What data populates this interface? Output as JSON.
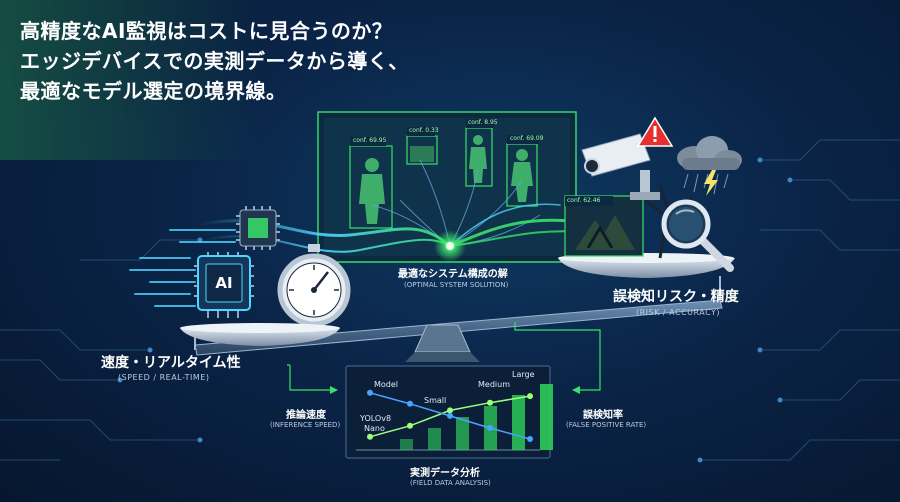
{
  "headline": {
    "line1": "高精度なAI監視はコストに見合うのか？",
    "line2": "エッジデバイスでの実測データから導く、",
    "line3": "最適なモデル選定の境界線。"
  },
  "left_pan": {
    "chip_label": "AI",
    "label": "速度・リアルタイム性",
    "sublabel": "(SPEED / REAL-TIME)"
  },
  "right_pan": {
    "label": "誤検知リスク・精度",
    "sublabel": "(RISK / ACCURACY)",
    "detection_conf": "conf. 62.46"
  },
  "center": {
    "label": "最適なシステム構成の解",
    "sublabel": "(OPTIMAL SYSTEM SOLUTION)"
  },
  "monitor": {
    "detections": [
      {
        "conf": "conf. 69.95"
      },
      {
        "conf": "conf. 0.33"
      },
      {
        "conf": "conf. 8.95"
      },
      {
        "conf": "conf. 69.09"
      }
    ]
  },
  "chart": {
    "left_label": "推論速度",
    "left_sublabel": "(INFERENCE SPEED)",
    "right_label": "誤検知率",
    "right_sublabel": "(FALSE POSITIVE RATE)",
    "bottom_label": "実測データ分析",
    "bottom_sublabel": "(FIELD DATA ANALYSIS)"
  },
  "chart_data": {
    "type": "bar",
    "categories": [
      "YOLOv8 Nano",
      "Small",
      "Medium",
      "Large"
    ],
    "point_labels": [
      "Model",
      "Small",
      "Medium",
      "Large"
    ],
    "axis_labels": [
      "YOLOv8",
      "Nano"
    ],
    "values": [
      1,
      2,
      3,
      4,
      5,
      6
    ],
    "line_rising": [
      1.2,
      2.2,
      3.6,
      4.3,
      4.9
    ],
    "line_falling": [
      5.2,
      4.2,
      3.1,
      2.0,
      1.0
    ],
    "colors": {
      "bar": "#2ecc5a",
      "line_up": "#9dff7a",
      "line_down": "#4aa3ff"
    }
  },
  "colors": {
    "accent": "#39e06a",
    "glow": "#4dd6ff",
    "alert": "#e63030"
  }
}
